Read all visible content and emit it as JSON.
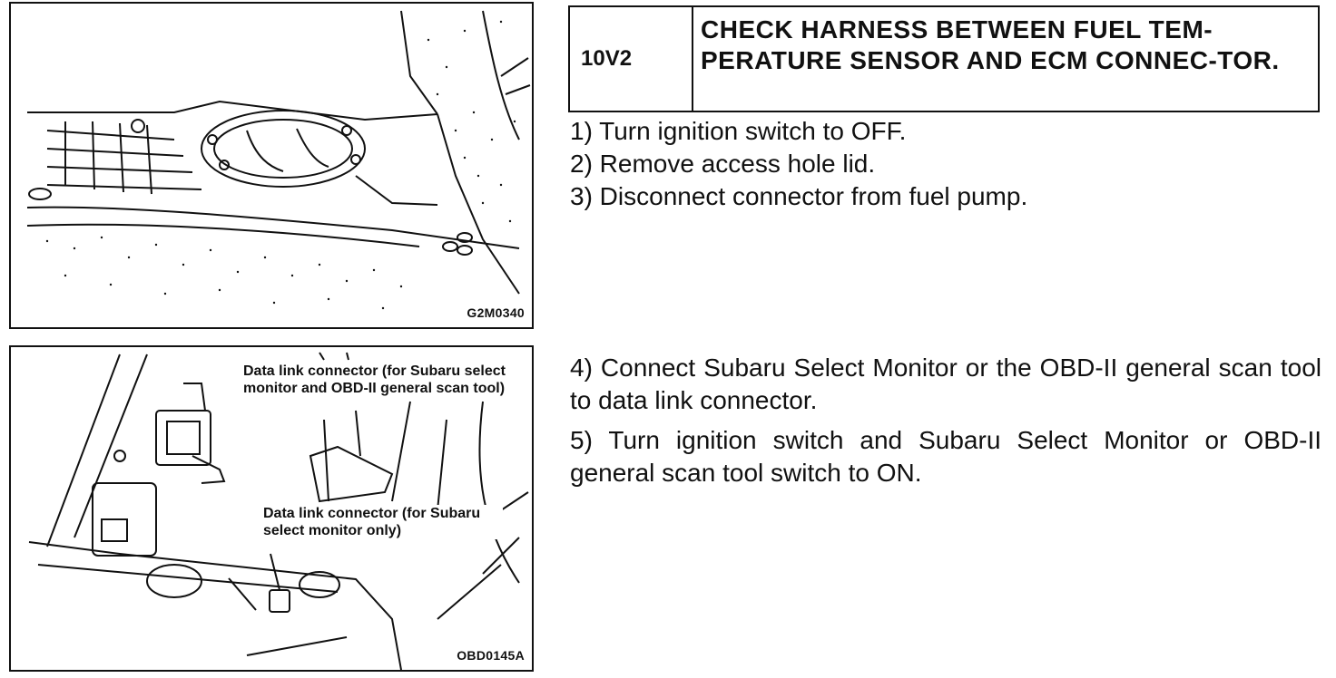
{
  "figures": [
    {
      "code": "G2M0340",
      "icon": "access-hole-lid-illustration"
    },
    {
      "code": "OBD0145A",
      "icon": "data-link-connector-illustration",
      "callouts": [
        "Data link connector (for Subaru select monitor  and OBD-II general scan tool)",
        "Data link connector (for Subaru select monitor only)"
      ]
    }
  ],
  "step": {
    "code": "10V2",
    "title": "CHECK HARNESS BETWEEN FUEL TEM-PERATURE SENSOR AND ECM CONNEC-TOR."
  },
  "instructions_a": [
    "1)  Turn ignition switch to OFF.",
    "2)  Remove access hole lid.",
    "3)  Disconnect connector from fuel pump."
  ],
  "instructions_b": [
    "4)  Connect Subaru Select Monitor or the OBD-II general scan tool to data link connector.",
    "5) Turn ignition switch and Subaru Select Monitor or OBD-II general scan tool switch to ON."
  ]
}
